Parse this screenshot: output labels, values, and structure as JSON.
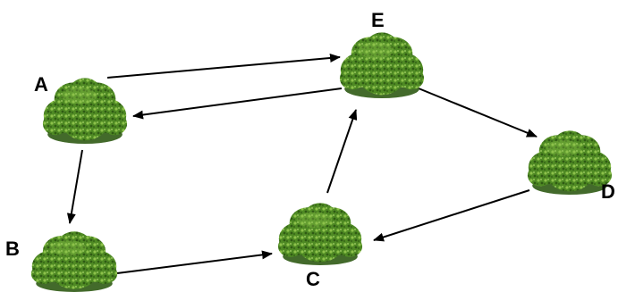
{
  "diagram": {
    "nodes": [
      {
        "id": "A",
        "label": "A"
      },
      {
        "id": "B",
        "label": "B"
      },
      {
        "id": "C",
        "label": "C"
      },
      {
        "id": "D",
        "label": "D"
      },
      {
        "id": "E",
        "label": "E"
      }
    ],
    "edges": [
      {
        "from": "A",
        "to": "E"
      },
      {
        "from": "E",
        "to": "A"
      },
      {
        "from": "A",
        "to": "B"
      },
      {
        "from": "B",
        "to": "C"
      },
      {
        "from": "C",
        "to": "E"
      },
      {
        "from": "E",
        "to": "D"
      },
      {
        "from": "D",
        "to": "C"
      }
    ],
    "colors": {
      "background": "#ffffff",
      "arrow": "#000000",
      "label": "#000000",
      "bush_dark": "#2f5a14",
      "bush_mid": "#4f8a24",
      "bush_light": "#8dc24a"
    },
    "icons": {
      "node": "shrub-icon"
    }
  }
}
